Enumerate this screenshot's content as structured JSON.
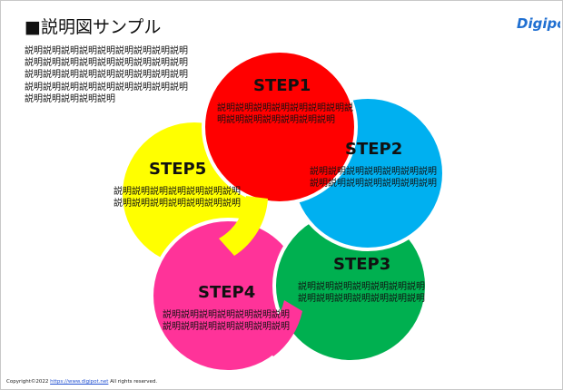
{
  "title": "■説明図サンプル",
  "intro_text": "説明説明説明説明説明説明説明説明説明説明説明説明説明説明説明説明説明説明説明説明説明説明説明説明説明説明説明説明説明説明説明説明説明説明説明説明説明説明説明説明説明",
  "steps": [
    {
      "label": "STEP1",
      "color": "#ff0000",
      "text": "説明説明説明説明説明説明説明説明説明説明説明説明説明説明"
    },
    {
      "label": "STEP2",
      "color": "#00b0f0",
      "text": "説明説明説明説明説明説明説明説明説明説明説明説明説明説明"
    },
    {
      "label": "STEP3",
      "color": "#00b050",
      "text": "説明説明説明説明説明説明説明説明説明説明説明説明説明説明"
    },
    {
      "label": "STEP4",
      "color": "#ff3399",
      "text": "説明説明説明説明説明説明説明説明説明説明説明説明説明説明"
    },
    {
      "label": "STEP5",
      "color": "#ffff00",
      "text": "説明説明説明説明説明説明説明説明説明説明説明説明説明説明"
    }
  ],
  "logo": {
    "text": "Digipot",
    "color": "#1f6fd1"
  },
  "footer": {
    "prefix": "Copyright©2022 ",
    "link": "https://www.digipot.net",
    "suffix": " All rights reserved."
  }
}
